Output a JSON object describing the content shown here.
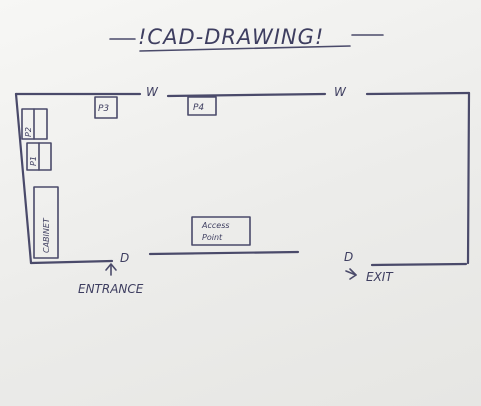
{
  "title": "!CAD-DRAWING!",
  "labels": {
    "window_left": "W",
    "window_right": "W",
    "door_entrance": "D",
    "door_exit": "D",
    "entrance": "ENTRANCE",
    "exit": "EXIT",
    "p3": "P3",
    "p4": "P4",
    "p2": "P2",
    "p1": "P1",
    "cabinet": "CABINET",
    "access_point_line1": "Access",
    "access_point_line2": "Point"
  }
}
